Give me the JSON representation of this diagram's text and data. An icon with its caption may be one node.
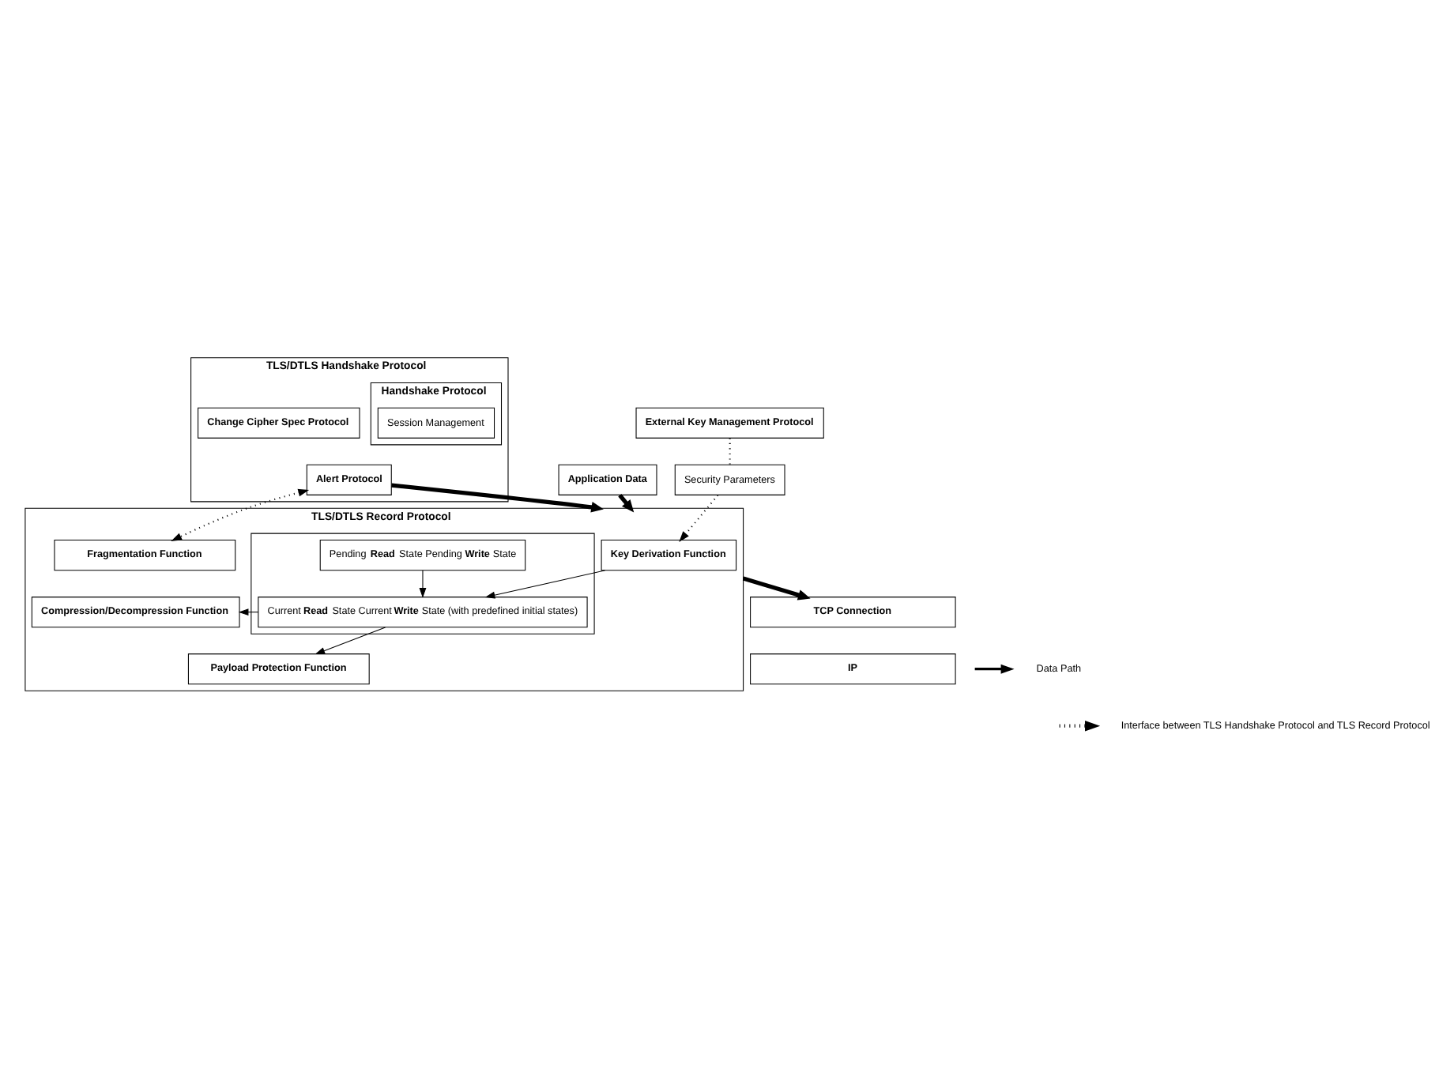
{
  "diagram": {
    "nodes": [
      {
        "text": [
          "TLS/DTLS Handshake Protocol"
        ]
      },
      {
        "text": [
          "Handshake Protocol"
        ],
        "in": 0
      },
      {
        "text": [
          "Session Management"
        ],
        "in": 1
      },
      {
        "text": [
          "Change Cipher Spec Protocol"
        ],
        "in": 0
      },
      {
        "text": [
          "Alert Protocol"
        ],
        "in": 0
      },
      {
        "text": [
          "Application Data"
        ]
      },
      {
        "text": [
          "External Key Management Protocol"
        ]
      },
      {
        "text": [
          "Security Parameters"
        ]
      },
      {
        "text": [
          "TLS/DTLS Record Protocol"
        ]
      },
      {
        "text": [
          "Key Derivation Function"
        ],
        "in": 8
      },
      {
        "text": [],
        "shape": "box",
        "in": 8
      },
      {
        "text": [
          "Pending **Read** State Pending **Write** State"
        ],
        "in": 10
      },
      {
        "text": [
          "Current **Read** State Current **Write** State (with predefined initial states)"
        ],
        "in": 10
      },
      {
        "text": [
          "Fragmentation Function"
        ],
        "in": 8
      },
      {
        "text": [
          "Compression/Decompression Function"
        ],
        "in": 8
      },
      {
        "text": [
          "Payload Protection Function"
        ],
        "in": 8
      },
      {
        "text": [
          "TCP Connection"
        ]
      },
      {
        "text": [
          "IP"
        ]
      }
    ],
    "edges": [
      {
        "from": 6,
        "to": 7,
        "arrow": "none",
        "style": "dashed"
      },
      {
        "from": 7,
        "to": 9,
        "arrow": "to",
        "style": "dashed"
      },
      {
        "from": 4,
        "to": 8,
        "arrow": "to",
        "style": "thick"
      },
      {
        "from": 5,
        "to": 8,
        "arrow": "to",
        "style": "thick"
      },
      {
        "from": 4,
        "to": 13,
        "arrow": "both",
        "style": "dashed"
      },
      {
        "from": 9,
        "to": 12,
        "arrow": "to"
      },
      {
        "from": 11,
        "to": 12,
        "arrow": "to"
      },
      {
        "from": 12,
        "to": 14,
        "arrow": "to"
      },
      {
        "from": 12,
        "to": 15,
        "arrow": "to"
      },
      {
        "from": 8,
        "to": 16,
        "arrow": "to",
        "style": "thick"
      }
    ],
    "legend": [
      {
        "text": "Data Path"
      },
      {
        "text": "Interface between TLS Handshake Protocol and TLS Record Protocol"
      }
    ]
  }
}
